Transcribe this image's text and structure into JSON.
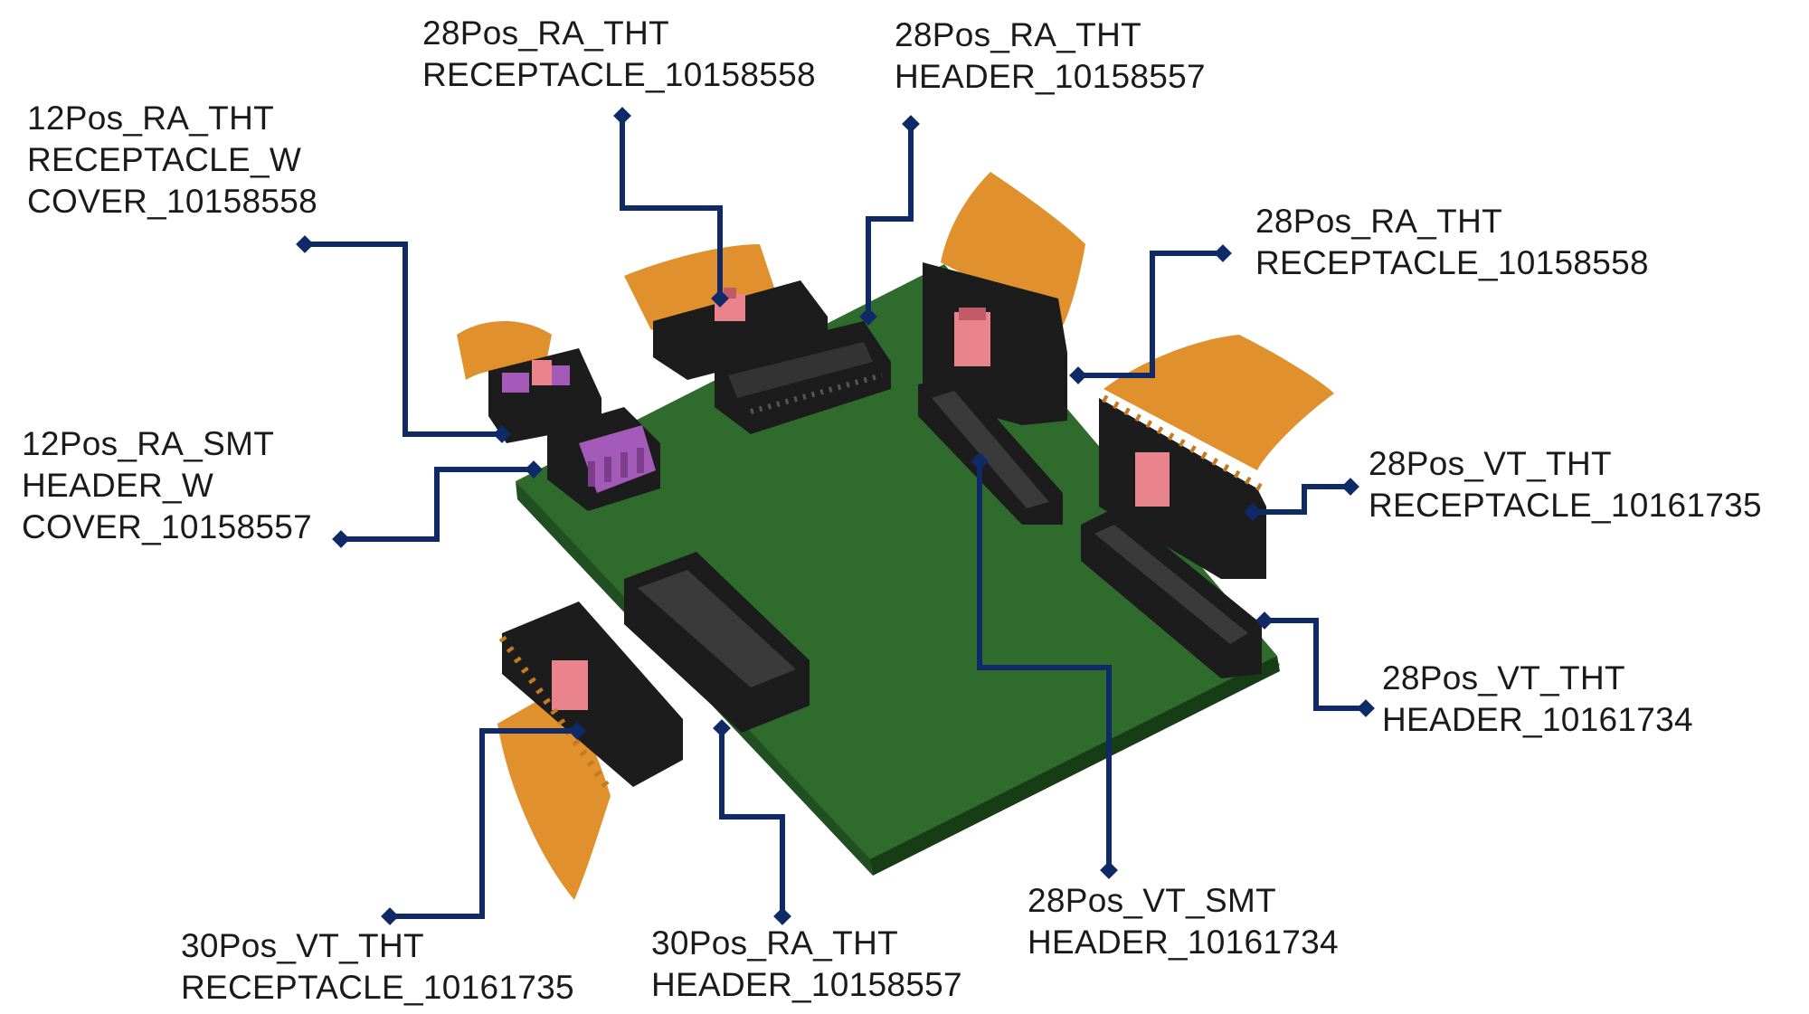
{
  "colors": {
    "leader": "#0f2a66",
    "board": "#2f6b2c",
    "board_edge": "#1f4d1f",
    "connector": "#1c1c1c",
    "cable": "#e0912e",
    "latch": "#e9848c",
    "cover": "#a35ab8"
  },
  "labels": [
    {
      "id": "12pos-ra-tht-receptacle",
      "lines": [
        "12Pos_RA_THT",
        "RECEPTACLE_W",
        "COVER_10158558"
      ]
    },
    {
      "id": "12pos-ra-smt-header",
      "lines": [
        "12Pos_RA_SMT",
        "HEADER_W",
        "COVER_10158557"
      ]
    },
    {
      "id": "28pos-ra-tht-receptacle-top",
      "lines": [
        "28Pos_RA_THT",
        "RECEPTACLE_10158558"
      ]
    },
    {
      "id": "28pos-ra-tht-header-top",
      "lines": [
        "28Pos_RA_THT",
        "HEADER_10158557"
      ]
    },
    {
      "id": "28pos-ra-tht-receptacle-right",
      "lines": [
        "28Pos_RA_THT",
        "RECEPTACLE_10158558"
      ]
    },
    {
      "id": "28pos-vt-tht-receptacle",
      "lines": [
        "28Pos_VT_THT",
        "RECEPTACLE_10161735"
      ]
    },
    {
      "id": "28pos-vt-tht-header",
      "lines": [
        "28Pos_VT_THT",
        "HEADER_10161734"
      ]
    },
    {
      "id": "28pos-vt-smt-header",
      "lines": [
        "28Pos_VT_SMT",
        "HEADER_10161734"
      ]
    },
    {
      "id": "30pos-ra-tht-header",
      "lines": [
        "30Pos_RA_THT",
        "HEADER_10158557"
      ]
    },
    {
      "id": "30pos-vt-tht-receptacle",
      "lines": [
        "30Pos_VT_THT",
        "RECEPTACLE_10161735"
      ]
    }
  ]
}
